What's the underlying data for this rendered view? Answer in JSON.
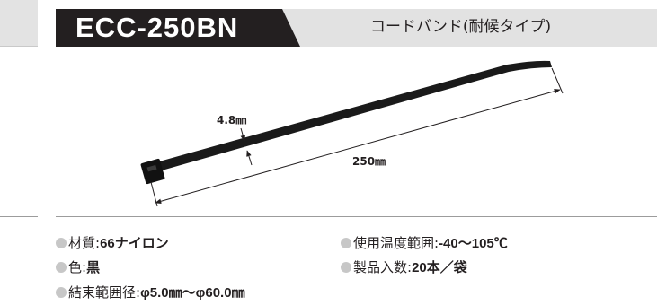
{
  "header": {
    "model_code": "ECC-250BN",
    "product_name": "コードバンド(耐候タイプ)"
  },
  "figure": {
    "width_label": "4.8㎜",
    "length_label": "250㎜"
  },
  "specs": {
    "material": {
      "label": "材質:",
      "value": "66ナイロン"
    },
    "color": {
      "label": "色:",
      "value": "黒"
    },
    "bundle_range": {
      "label": "結束範囲径:",
      "value": "φ5.0㎜～φ60.0㎜"
    },
    "temperature": {
      "label": "使用温度範囲:",
      "value": "-40～105℃"
    },
    "quantity": {
      "label": "製品入数:",
      "value": "20本／袋"
    }
  },
  "colors": {
    "tab_bg": "#231f20",
    "header_bg": "#e2e2e2",
    "bullet": "#c7c7c7",
    "tie": "#1a1a1a"
  }
}
